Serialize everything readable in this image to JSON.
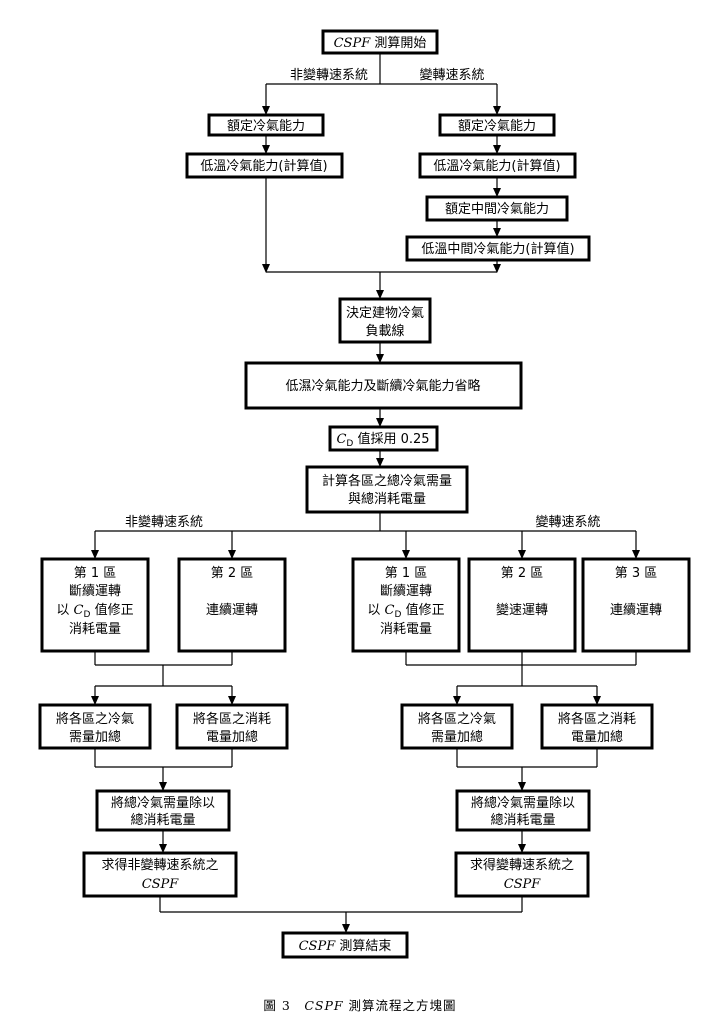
{
  "start": {
    "italic": "CSPF",
    "text": " 測算開始"
  },
  "branch_labels": {
    "top_left": "非變轉速系統",
    "top_right": "變轉速系統",
    "mid_left": "非變轉速系統",
    "mid_right": "變轉速系統"
  },
  "fixed_path": {
    "rated": "額定冷氣能力",
    "low_temp": "低溫冷氣能力(計算值)"
  },
  "variable_path": {
    "rated": "額定冷氣能力",
    "low_temp": "低溫冷氣能力(計算值)",
    "rated_mid": "額定中間冷氣能力",
    "low_temp_mid": "低溫中間冷氣能力(計算值)"
  },
  "building_load": [
    "決定建物冷氣",
    "負載線"
  ],
  "omit": "低濕冷氣能力及斷續冷氣能力省略",
  "cd": {
    "symbol": "C",
    "subscript": "D",
    "text": " 值採用 0.25"
  },
  "compute": [
    "計算各區之總冷氣需量",
    "與總消耗電量"
  ],
  "zone": {
    "zone1_title": "第 1 區",
    "intermittent": "斷續運轉",
    "correct_prefix": "以 ",
    "correct_suffix": " 值修正",
    "power": "消耗電量",
    "zone2_title": "第 2 區",
    "zone3_title": "第 3 區",
    "continuous": "連續運轉",
    "variable_speed": "變速運轉"
  },
  "sum": {
    "cool": [
      "將各區之冷氣",
      "需量加總"
    ],
    "power": [
      "將各區之消耗",
      "電量加總"
    ]
  },
  "divide": [
    "將總冷氣需量除以",
    "總消耗電量"
  ],
  "result_fixed": [
    "求得非變轉速系統之",
    "CSPF"
  ],
  "result_var": [
    "求得變轉速系統之",
    "CSPF"
  ],
  "end": {
    "italic": "CSPF",
    "text": " 測算結束"
  },
  "caption": {
    "prefix": "圖 3　",
    "italic": "CSPF",
    "text": " 測算流程之方塊圖"
  }
}
